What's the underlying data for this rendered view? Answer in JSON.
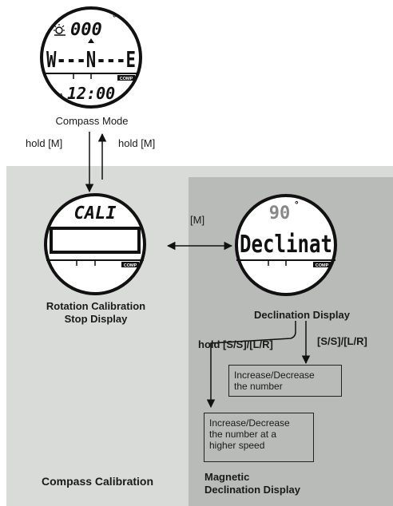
{
  "compass_mode": {
    "top_value": "000",
    "degree_mark": "°",
    "main_display": "W---N---E",
    "time_prefix": "A",
    "time": "12:00",
    "comp_badge": "COMP",
    "label": "Compass Mode"
  },
  "arrows": {
    "down_label": "hold [M]",
    "up_label": "hold [M]",
    "horizontal_label": "[M]"
  },
  "rotation_calibration": {
    "top_text": "CALI",
    "comp_badge": "COMP",
    "label_line1": "Rotation Calibration",
    "label_line2": "Stop Display"
  },
  "declination": {
    "top_value": "90",
    "degree_mark": "°",
    "main_display": "Declinat",
    "comp_badge": "COMP",
    "label": "Declination Display"
  },
  "branches": {
    "left_label": "hold [S/S]/[L/R]",
    "right_label": "[S/S]/[L/R]"
  },
  "box_small": {
    "line1": "Increase/Decrease",
    "line2": "the number"
  },
  "box_large": {
    "line1": "Increase/Decrease",
    "line2": "the number at  a",
    "line3": "higher speed"
  },
  "magnetic_declination": {
    "line1": "Magnetic",
    "line2": "Declination Display"
  },
  "section_label": "Compass Calibration"
}
